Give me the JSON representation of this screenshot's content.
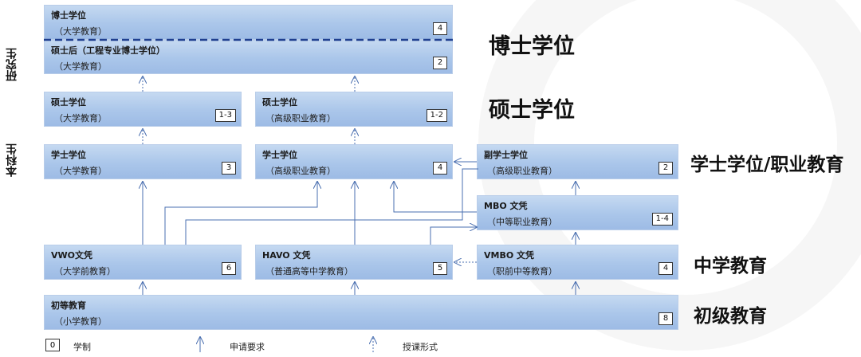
{
  "side_labels": {
    "graduate": "研究生",
    "undergraduate": "本科生"
  },
  "level_labels": {
    "doctorate": "博士学位",
    "master": "硕士学位",
    "bachelor_vocational": "学士学位/职业教育",
    "secondary": "中学教育",
    "primary": "初级教育"
  },
  "boxes": {
    "phd": {
      "title": "博士学位",
      "sub": "（大学教育）",
      "years": "4"
    },
    "pdeng": {
      "title": "硕士后（工程专业博士学位）",
      "sub": "（大学教育）",
      "years": "2"
    },
    "master_univ": {
      "title": "硕士学位",
      "sub": "（大学教育）",
      "years": "1-3"
    },
    "master_hbo": {
      "title": "硕士学位",
      "sub": "（高级职业教育）",
      "years": "1-2"
    },
    "bachelor_univ": {
      "title": "学士学位",
      "sub": "（大学教育）",
      "years": "3"
    },
    "bachelor_hbo": {
      "title": "学士学位",
      "sub": "（高级职业教育）",
      "years": "4"
    },
    "associate": {
      "title": "副学士学位",
      "sub": "（高级职业教育）",
      "years": "2"
    },
    "mbo": {
      "title": "MBO 文凭",
      "sub": "（中等职业教育）",
      "years": "1-4"
    },
    "vwo": {
      "title": "VWO文凭",
      "sub": "（大学前教育）",
      "years": "6"
    },
    "havo": {
      "title": "HAVO 文凭",
      "sub": "（普通高等中学教育）",
      "years": "5"
    },
    "vmbo": {
      "title": "VMBO 文凭",
      "sub": "（职前中等教育）",
      "years": "4"
    },
    "primary": {
      "title": "初等教育",
      "sub": "（小学教育）",
      "years": "8"
    }
  },
  "legend": {
    "box_value": "0",
    "duration": "学制",
    "requirement": "申请要求",
    "teaching_form": "授课形式"
  },
  "colors": {
    "box_fill": "#aac6ea",
    "divider": "#1f3f8f",
    "arrow": "#4a6fb0"
  }
}
